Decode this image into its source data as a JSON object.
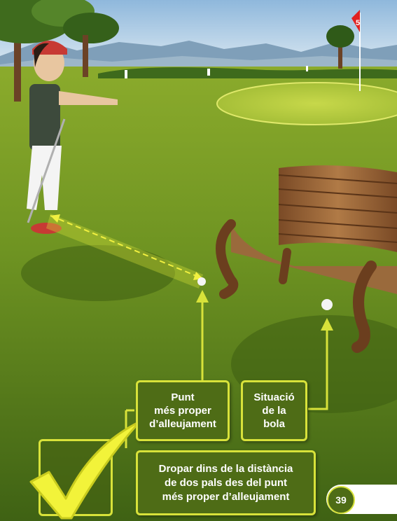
{
  "labels": {
    "closest_point": [
      "Punt",
      "més proper",
      "d’alleujament"
    ],
    "ball_position": [
      "Situació",
      "de la",
      "bola"
    ],
    "drop_rule": [
      "Dropar dins de la distància",
      "de dos pals des del punt",
      "més proper d’alleujament"
    ]
  },
  "flag_number": "5",
  "page_number": "39",
  "colors": {
    "accent": "#d8e23a",
    "box_fill": "#4e6c16",
    "grass": "#6f9422",
    "sky": "#cfe3f2",
    "flag": "#e02020"
  },
  "icons": {
    "check": "check-mark-icon"
  }
}
